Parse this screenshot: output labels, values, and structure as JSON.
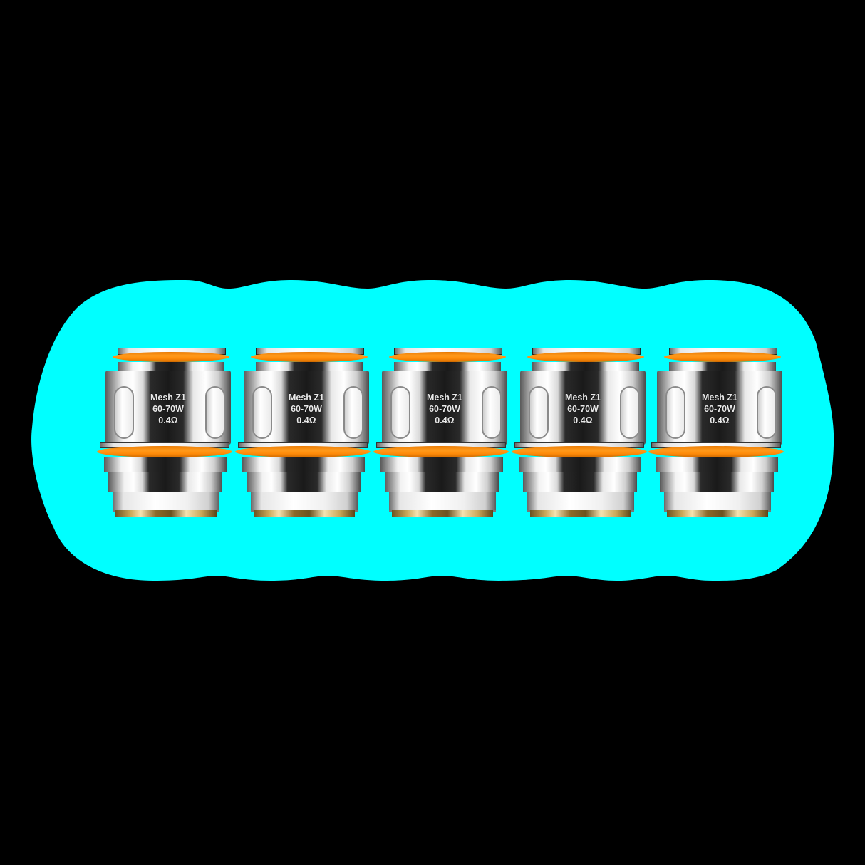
{
  "image": {
    "subject": "Five identical mesh vape coils in a row",
    "background_color": "#000000",
    "glow_color": "#00FFFF",
    "accent_colors": {
      "o_ring": "#FF8C0A",
      "steel": "#E8E8E8",
      "gold_contact": "#C9A85A"
    }
  },
  "coils": [
    {
      "line1": "Mesh Z1",
      "line2": "60-70W",
      "line3": "0.4Ω"
    },
    {
      "line1": "Mesh Z1",
      "line2": "60-70W",
      "line3": "0.4Ω"
    },
    {
      "line1": "Mesh Z1",
      "line2": "60-70W",
      "line3": "0.4Ω"
    },
    {
      "line1": "Mesh Z1",
      "line2": "60-70W",
      "line3": "0.4Ω"
    },
    {
      "line1": "Mesh Z1",
      "line2": "60-70W",
      "line3": "0.4Ω"
    }
  ]
}
